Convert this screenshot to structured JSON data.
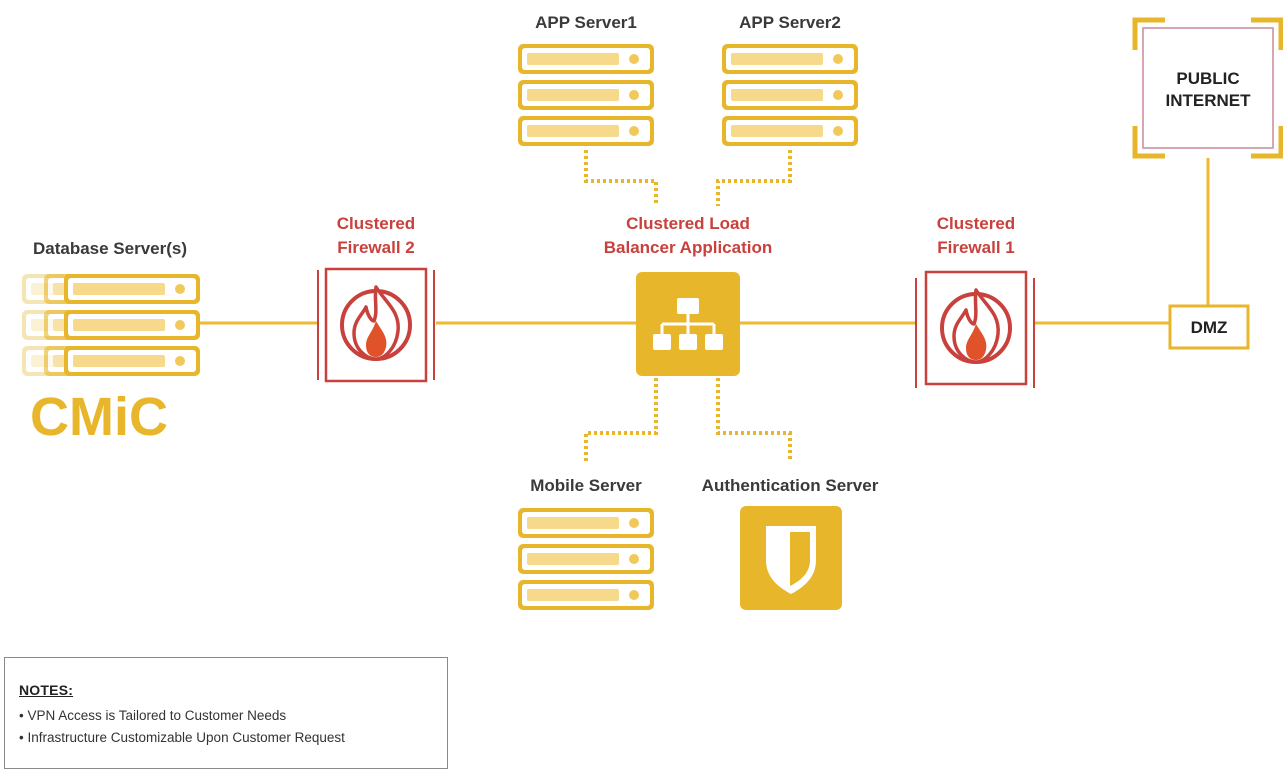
{
  "colors": {
    "accent_gold": "#e8b62a",
    "line_gold": "#eeba30",
    "firewall_red": "#c8413c",
    "flame_orange": "#e0532a",
    "text_dark": "#3a3a3a",
    "public_internet_border": "#c98a9a"
  },
  "nodes": {
    "app_server_1": {
      "label": "APP Server1",
      "icon": "server-stack-icon"
    },
    "app_server_2": {
      "label": "APP Server2",
      "icon": "server-stack-icon"
    },
    "public_internet": {
      "label_line1": "PUBLIC",
      "label_line2": "INTERNET"
    },
    "database_servers": {
      "label": "Database Server(s)",
      "icon": "server-stack-icon"
    },
    "firewall_2": {
      "label_line1": "Clustered",
      "label_line2": "Firewall 2",
      "icon": "flame-icon"
    },
    "load_balancer": {
      "label_line1": "Clustered Load",
      "label_line2": "Balancer Application",
      "icon": "network-hierarchy-icon"
    },
    "firewall_1": {
      "label_line1": "Clustered",
      "label_line2": "Firewall 1",
      "icon": "flame-icon"
    },
    "dmz": {
      "label": "DMZ"
    },
    "mobile_server": {
      "label": "Mobile Server",
      "icon": "server-stack-icon"
    },
    "auth_server": {
      "label": "Authentication Server",
      "icon": "shield-icon"
    }
  },
  "logo": {
    "text": "CMiC"
  },
  "notes": {
    "title": "NOTES:",
    "items": [
      "VPN Access is Tailored to Customer Needs",
      "Infrastructure Customizable Upon Customer Request"
    ]
  }
}
